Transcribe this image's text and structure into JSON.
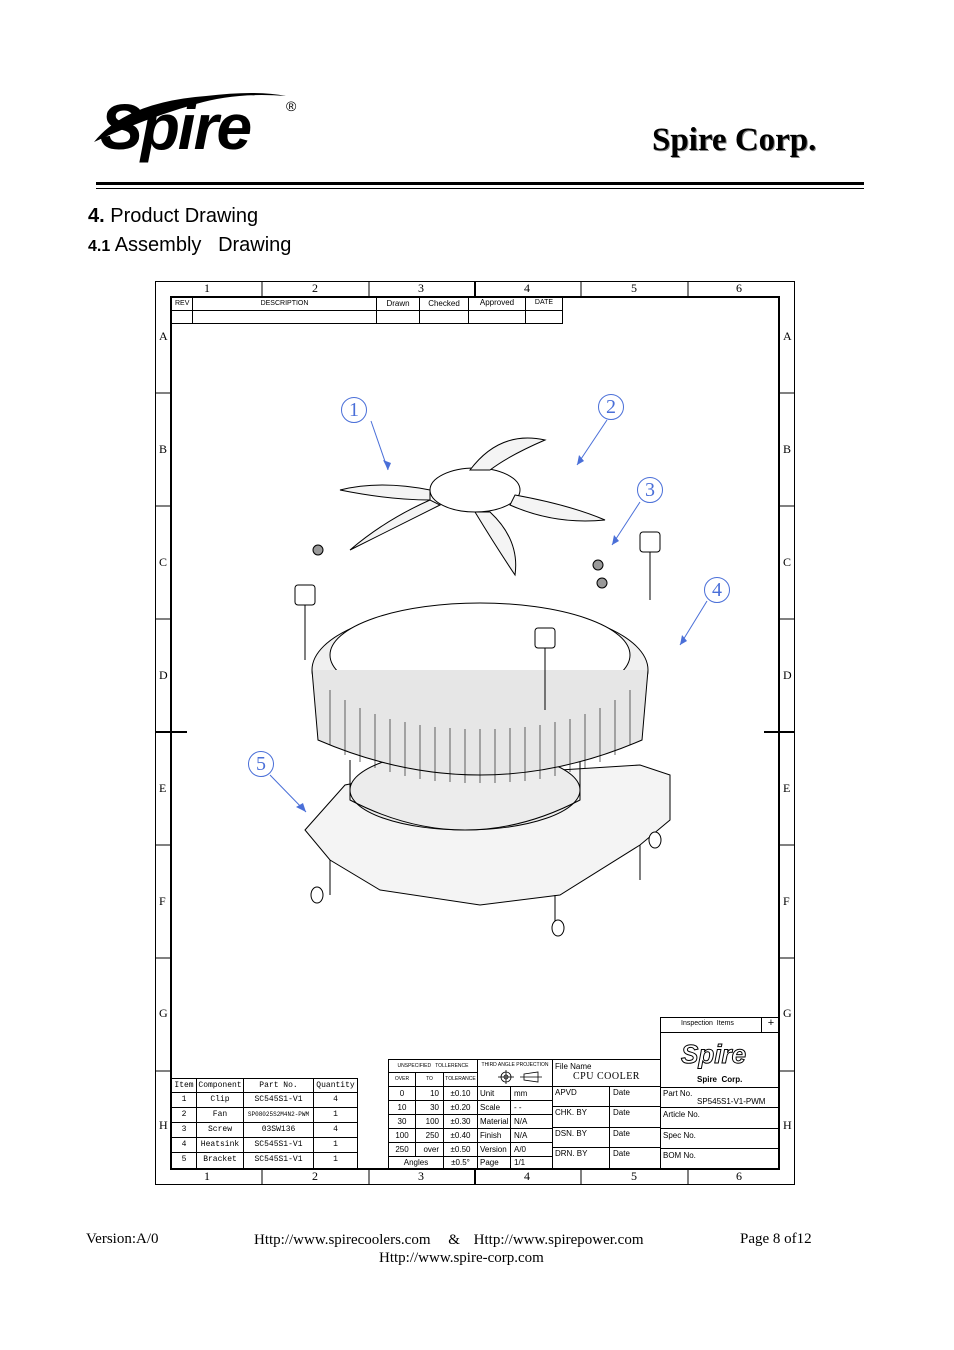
{
  "header": {
    "logo": "Spire",
    "registered": "®",
    "company": "Spire Corp."
  },
  "sections": {
    "s4_num": "4.",
    "s4_title": "Product Drawing",
    "s41_num": "4.1",
    "s41_title": "Assembly   Drawing"
  },
  "drawing": {
    "zones_cols": [
      "1",
      "2",
      "3",
      "4",
      "5",
      "6"
    ],
    "zones_rows": [
      "A",
      "B",
      "C",
      "D",
      "E",
      "F",
      "G",
      "H"
    ],
    "rev_block": {
      "rev": "REV",
      "description": "DESCRIPTION",
      "drawn": "Drawn",
      "checked": "Checked",
      "approved": "Approved",
      "date": "DATE"
    },
    "balloons": [
      "1",
      "2",
      "3",
      "4",
      "5"
    ],
    "bom": {
      "headers": [
        "Item",
        "Component",
        "Part No.",
        "Quantity"
      ],
      "rows": [
        [
          "1",
          "Clip",
          "SC545S1-V1",
          "4"
        ],
        [
          "2",
          "Fan",
          "SP08025S2M4N2-PWM",
          "1"
        ],
        [
          "3",
          "Screw",
          "03SW136",
          "4"
        ],
        [
          "4",
          "Heatsink",
          "SC545S1-V1",
          "1"
        ],
        [
          "5",
          "Bracket",
          "SC545S1-V1",
          "1"
        ]
      ]
    },
    "tolerance": {
      "title": "UNSPECIFIED   TOLLERENCE",
      "headers": [
        "OVER",
        "TO",
        "TOLERANCE"
      ],
      "rows": [
        [
          "0",
          "10",
          "±0.10"
        ],
        [
          "10",
          "30",
          "±0.20"
        ],
        [
          "30",
          "100",
          "±0.30"
        ],
        [
          "100",
          "250",
          "±0.40"
        ],
        [
          "250",
          "over",
          "±0.50"
        ]
      ],
      "angles_label": "Angles",
      "angles_value": "±0.5°"
    },
    "projection": {
      "title": "THIRD ANGLE PROJECTION",
      "rows": [
        [
          "Unit",
          "mm"
        ],
        [
          "Scale",
          "- -"
        ],
        [
          "Material",
          "N/A"
        ],
        [
          "Finish",
          "N/A"
        ],
        [
          "Version",
          "A/0"
        ],
        [
          "Page",
          "1/1"
        ]
      ]
    },
    "title_block": {
      "inspection": "Inspection  Items",
      "file_name_label": "File Name",
      "file_name": "CPU COOLER",
      "logo": "Spire",
      "logo_sub": "Spire  Corp.",
      "sign_rows": [
        [
          "APVD",
          "Date"
        ],
        [
          "CHK. BY",
          "Date"
        ],
        [
          "DSN. BY",
          "Date"
        ],
        [
          "DRN. BY",
          "Date"
        ]
      ],
      "part_no_label": "Part No.",
      "part_no": "SP545S1-V1-PWM",
      "article_label": "Article No.",
      "spec_label": "Spec No.",
      "bom_label": "BOM No."
    }
  },
  "footer": {
    "version": "Version:A/0",
    "url1": "Http://www.spirecoolers.com",
    "amp": "&",
    "url2": "Http://www.spirepower.com",
    "url3": "Http://www.spire-corp.com",
    "page": "Page 8 of12"
  }
}
